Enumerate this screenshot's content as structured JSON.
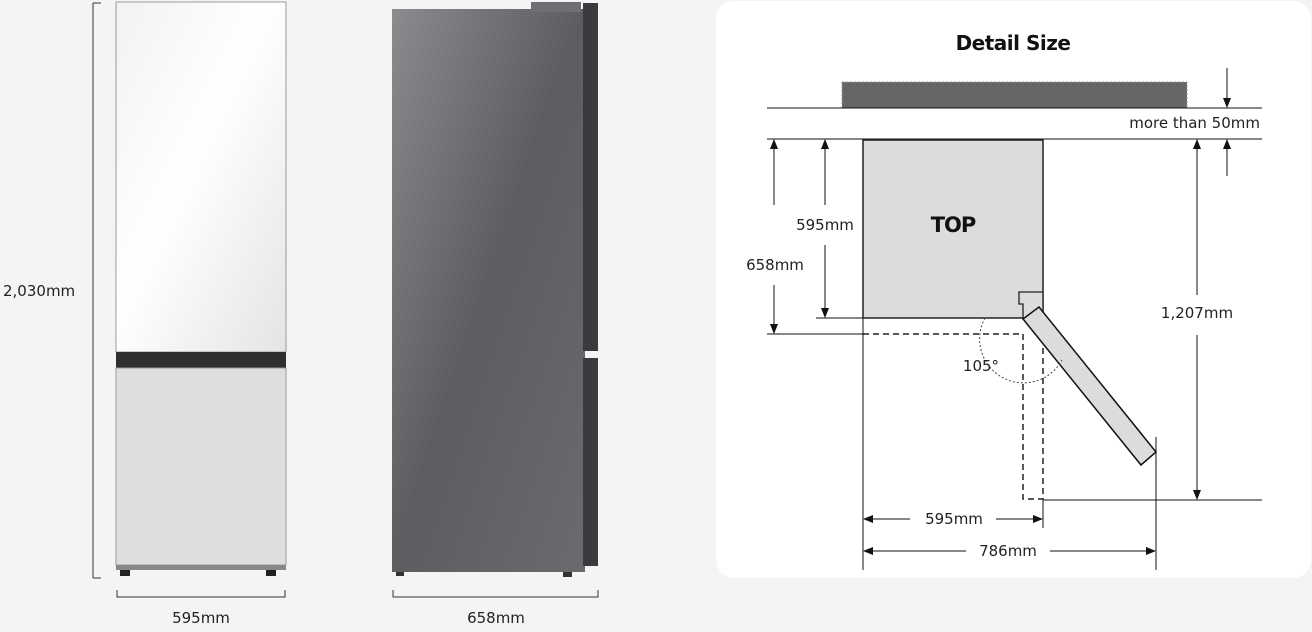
{
  "front_view": {
    "width_label": "595mm",
    "height_label": "2,030mm"
  },
  "side_view": {
    "depth_label": "658mm"
  },
  "detail": {
    "title": "Detail Size",
    "top_label": "TOP",
    "clearance_label": "more than 50mm",
    "body_depth_label": "595mm",
    "total_depth_label": "658mm",
    "door_open_depth_label": "1,207mm",
    "door_angle_label": "105°",
    "width_label": "595mm",
    "door_open_width_label": "786mm"
  },
  "colors": {
    "background": "#f4f4f4",
    "panel": "#ffffff",
    "wall": "#666666",
    "top_fill": "#dcdcdc",
    "side_body": "#5d5e61"
  }
}
